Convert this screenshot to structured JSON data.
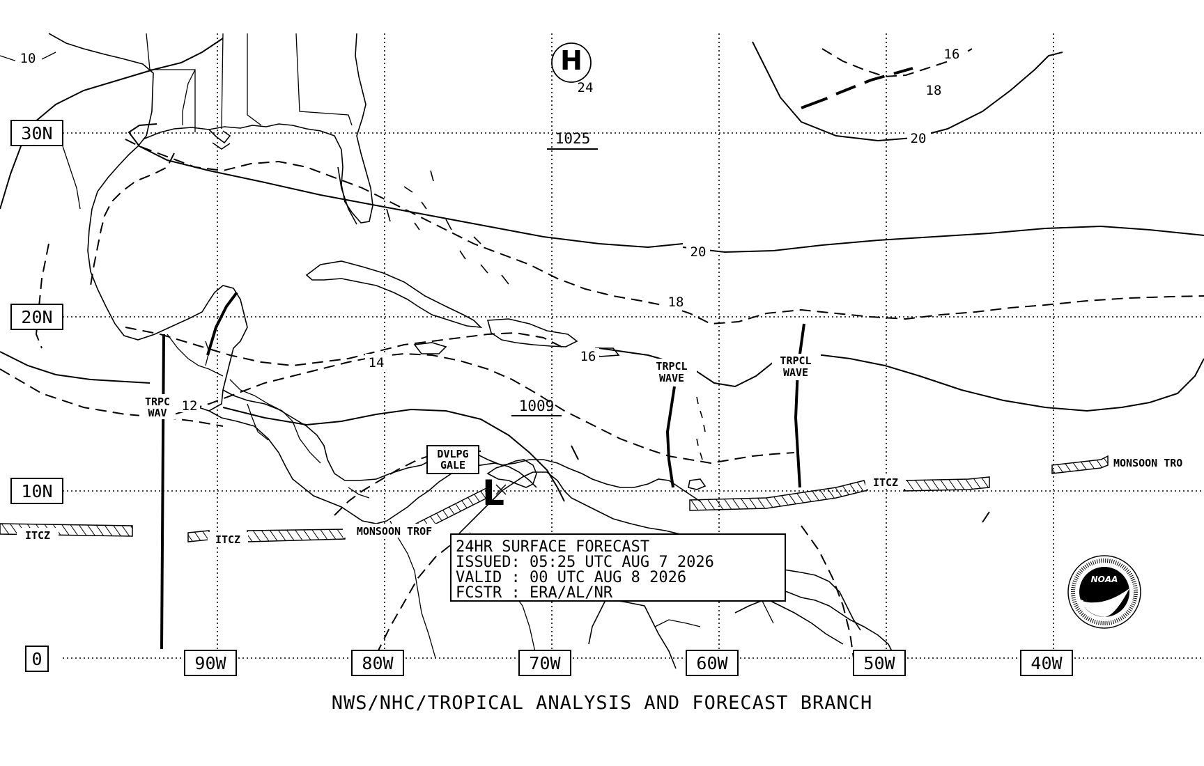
{
  "chart": {
    "latitudes": [
      "30N",
      "20N",
      "10N",
      "0"
    ],
    "longitudes": [
      "90W",
      "80W",
      "70W",
      "60W",
      "50W",
      "40W"
    ],
    "highs": [
      {
        "symbol": "H",
        "value": "24"
      }
    ],
    "lows": [
      {
        "symbol": "L"
      }
    ],
    "pressure_labels": [
      "1025",
      "1009"
    ],
    "isobar_labels": [
      "10",
      "12",
      "14",
      "16",
      "16",
      "18",
      "18",
      "20",
      "20"
    ],
    "features": {
      "tropical_wave": "TRPCL WAVE",
      "tropical_wave_line1": "TRPCL",
      "tropical_wave_line2": "WAVE",
      "tropical_wave_left_line1": "TRPC",
      "tropical_wave_left_line2": "WAV",
      "itcz": "ITCZ",
      "monsoon_trough": "MONSOON TROF",
      "monsoon_trough_east": "MONSOON TRO",
      "gale_line1": "DVLPG",
      "gale_line2": "GALE"
    },
    "forecast_box": {
      "line1": "24HR SURFACE FORECAST",
      "line2": "ISSUED: 05:25 UTC AUG 7 2026",
      "line3": "VALID : 00 UTC AUG 8 2026",
      "line4": "FCSTR : ERA/AL/NR"
    },
    "footer": "NWS/NHC/TROPICAL ANALYSIS AND FORECAST BRANCH",
    "logo": {
      "text": "NOAA",
      "ring_text": "NATIONAL OCEANIC AND ATMOSPHERIC ADMINISTRATION · U.S. DEPARTMENT OF COMMERCE"
    }
  }
}
